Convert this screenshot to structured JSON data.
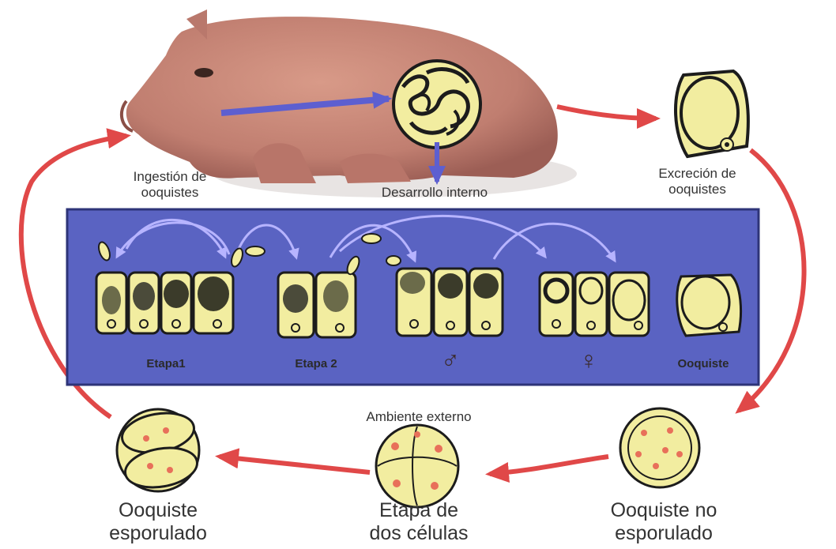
{
  "labels": {
    "ingestion": [
      "Ingestión de",
      "ooquistes"
    ],
    "internal": "Desarrollo interno",
    "excretion": [
      "Excreción de",
      "ooquistes"
    ],
    "stage1": "Etapa1",
    "stage2": "Etapa 2",
    "male": "♂",
    "female": "♀",
    "oocyst": "Ooquiste",
    "external": "Ambiente externo",
    "sporulated": [
      "Ooquiste",
      "esporulado"
    ],
    "two_cell": [
      "Etapa de",
      "dos células"
    ],
    "unsporulated": [
      "Ooquiste no",
      "esporulado"
    ]
  },
  "colors": {
    "panel": "#5a63c2",
    "cycle_arrow": "#e04848",
    "inner_arrow": "#5d5fd0",
    "cell_fill": "#f2eda0",
    "spot": "#e8705a",
    "pig": "#c88a7a"
  }
}
